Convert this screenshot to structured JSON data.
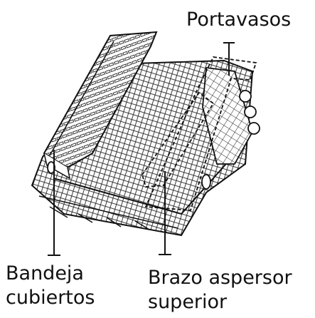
{
  "labels": {
    "portavasos": "Portavasos",
    "bandeja_line1": "Bandeja",
    "bandeja_line2": "cubiertos",
    "brazo_line1": "Brazo aspersor",
    "brazo_line2": "superior"
  }
}
